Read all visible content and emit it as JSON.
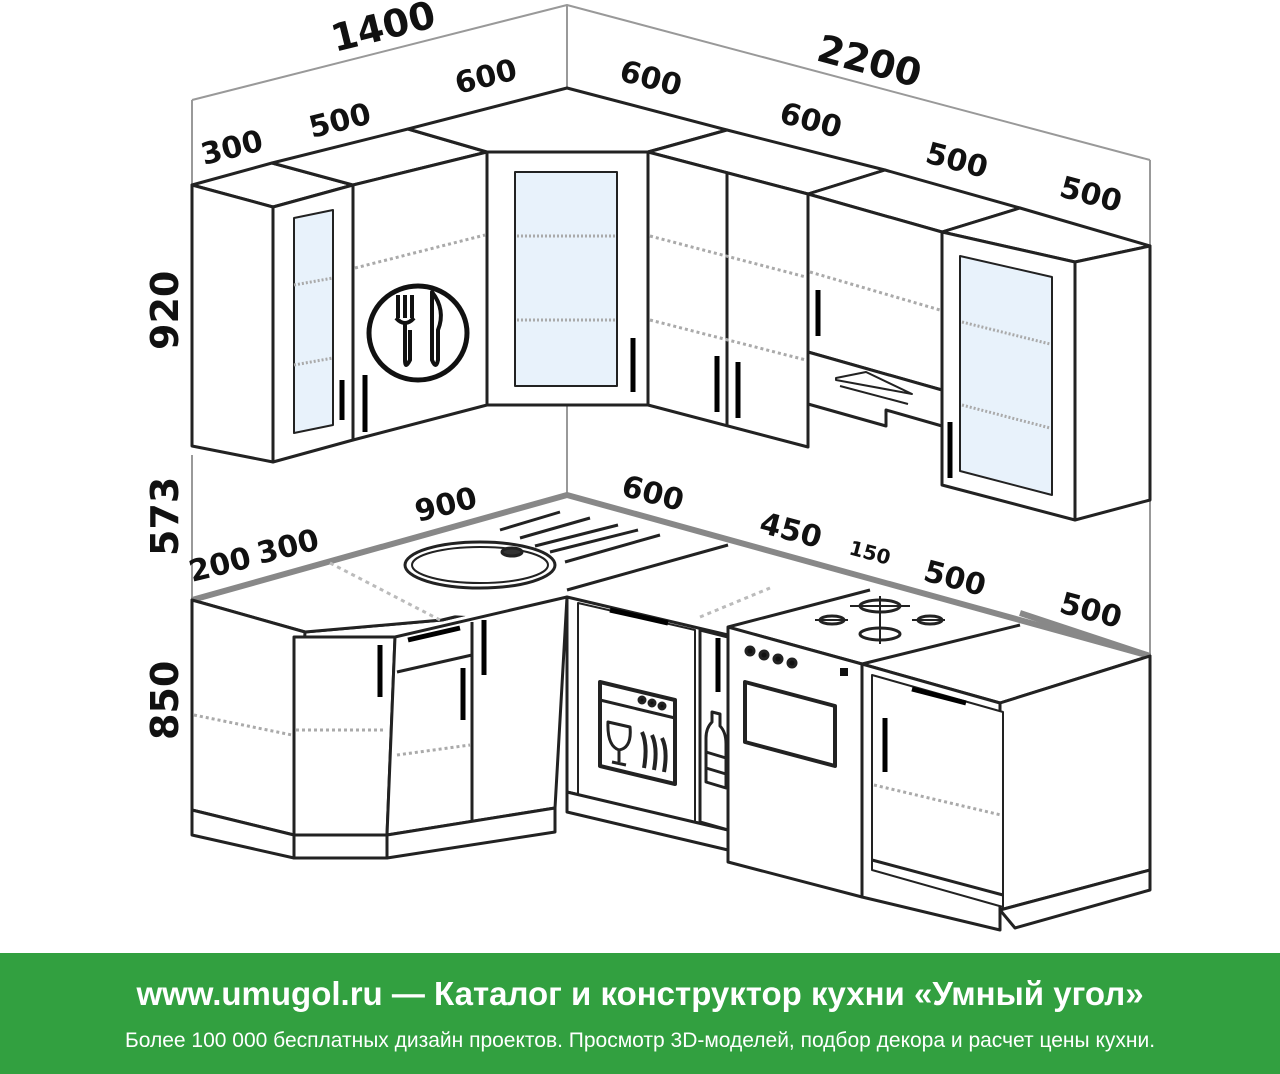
{
  "diagram": {
    "width_labels": {
      "left_wall_total": "1400",
      "back_wall_total": "2200",
      "upper_left_300": "300",
      "upper_left_500": "500",
      "upper_corner_left_600": "600",
      "upper_corner_right_600": "600",
      "upper_back_600": "600",
      "upper_back_500": "500",
      "upper_back_500_end": "500",
      "counter_200": "200",
      "counter_300": "300",
      "counter_900": "900",
      "counter_600": "600",
      "counter_450": "450",
      "counter_150": "150",
      "counter_500": "500",
      "counter_500_end": "500"
    },
    "height_labels": {
      "upper_cabinets": "920",
      "backsplash": "573",
      "base_cabinets": "850"
    }
  },
  "banner": {
    "link": "www.umugol.ru",
    "separator": " — ",
    "title": "Каталог и конструктор кухни «Умный угол»",
    "subtitle": "Более 100 000 бесплатных дизайн проектов. Просмотр 3D-моделей, подбор декора и расчет цены кухни."
  },
  "colors": {
    "banner_bg": "#32a040",
    "glass": "#e8f2fb"
  }
}
